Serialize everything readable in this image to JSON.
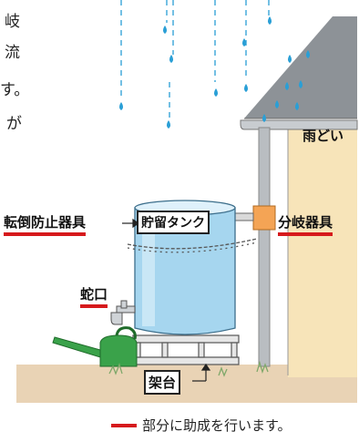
{
  "text_fragments": {
    "line1": "岐",
    "line2": "流",
    "line3": "す。",
    "line4": "が"
  },
  "labels": {
    "gutter": "雨どい",
    "tipping_prevention": "転倒防止器具",
    "storage_tank": "貯留タンク",
    "diverter": "分岐器具",
    "faucet": "蛇口",
    "stand": "架台"
  },
  "legend": {
    "text": "部分に助成を行います。",
    "color": "#d6191c"
  },
  "colors": {
    "rain": "#2a9fd6",
    "tank": "#9fd3ee",
    "pipe": "#b8bcc0",
    "roof": "#8a8f94",
    "wall": "#f6e3b8",
    "ground": "#e8d2b4",
    "diverter": "#f4a455",
    "watering_can": "#3aa24a"
  },
  "icons": [
    "rain-drop-icon",
    "watering-can-icon",
    "faucet-icon",
    "chain-icon"
  ]
}
